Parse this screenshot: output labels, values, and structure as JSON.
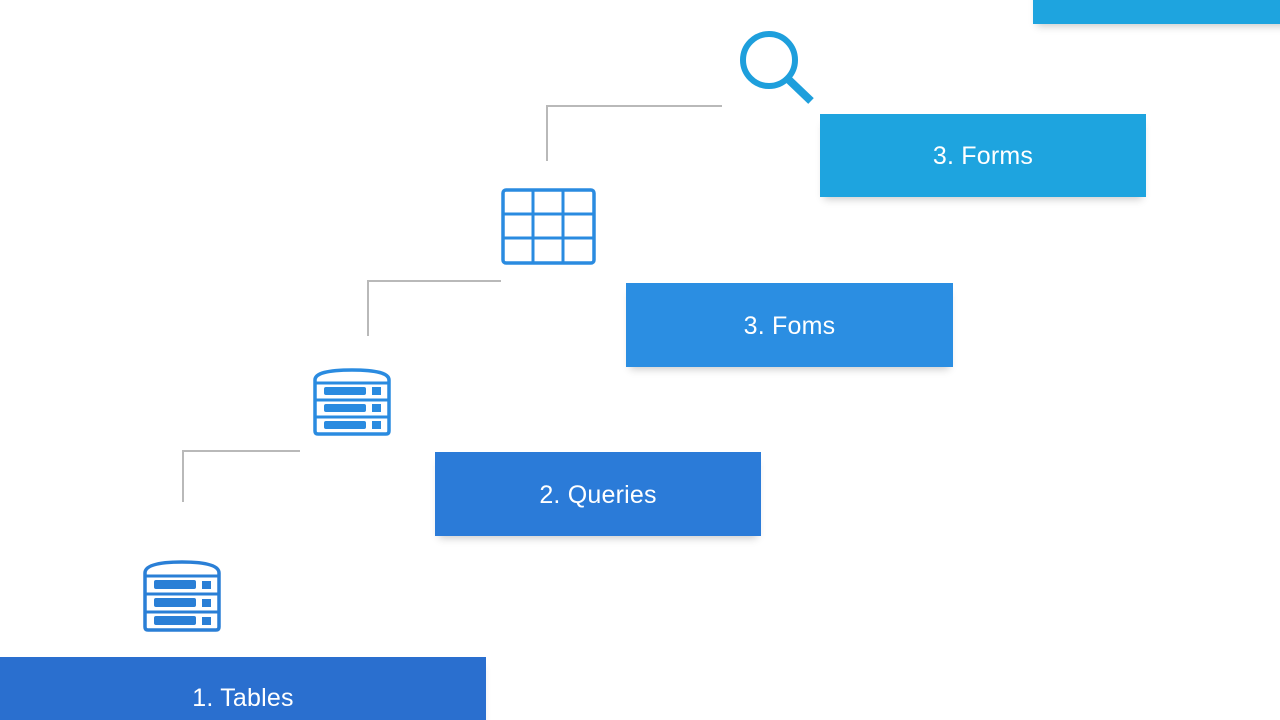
{
  "steps": [
    {
      "label": "1. Tables",
      "color": "#2a6fcf"
    },
    {
      "label": "2. Queries",
      "color": "#2b7bd8"
    },
    {
      "label": "3. Foms",
      "color": "#2b8ee2"
    },
    {
      "label": "3. Forms",
      "color": "#1ea4df"
    }
  ],
  "top_partial_step": {
    "color": "#1ea4df"
  },
  "icons": {
    "step1": "database-icon",
    "step2": "database-icon",
    "step3": "table-grid-icon",
    "step4": "search-icon"
  },
  "connector_color": "#b9b9b9"
}
